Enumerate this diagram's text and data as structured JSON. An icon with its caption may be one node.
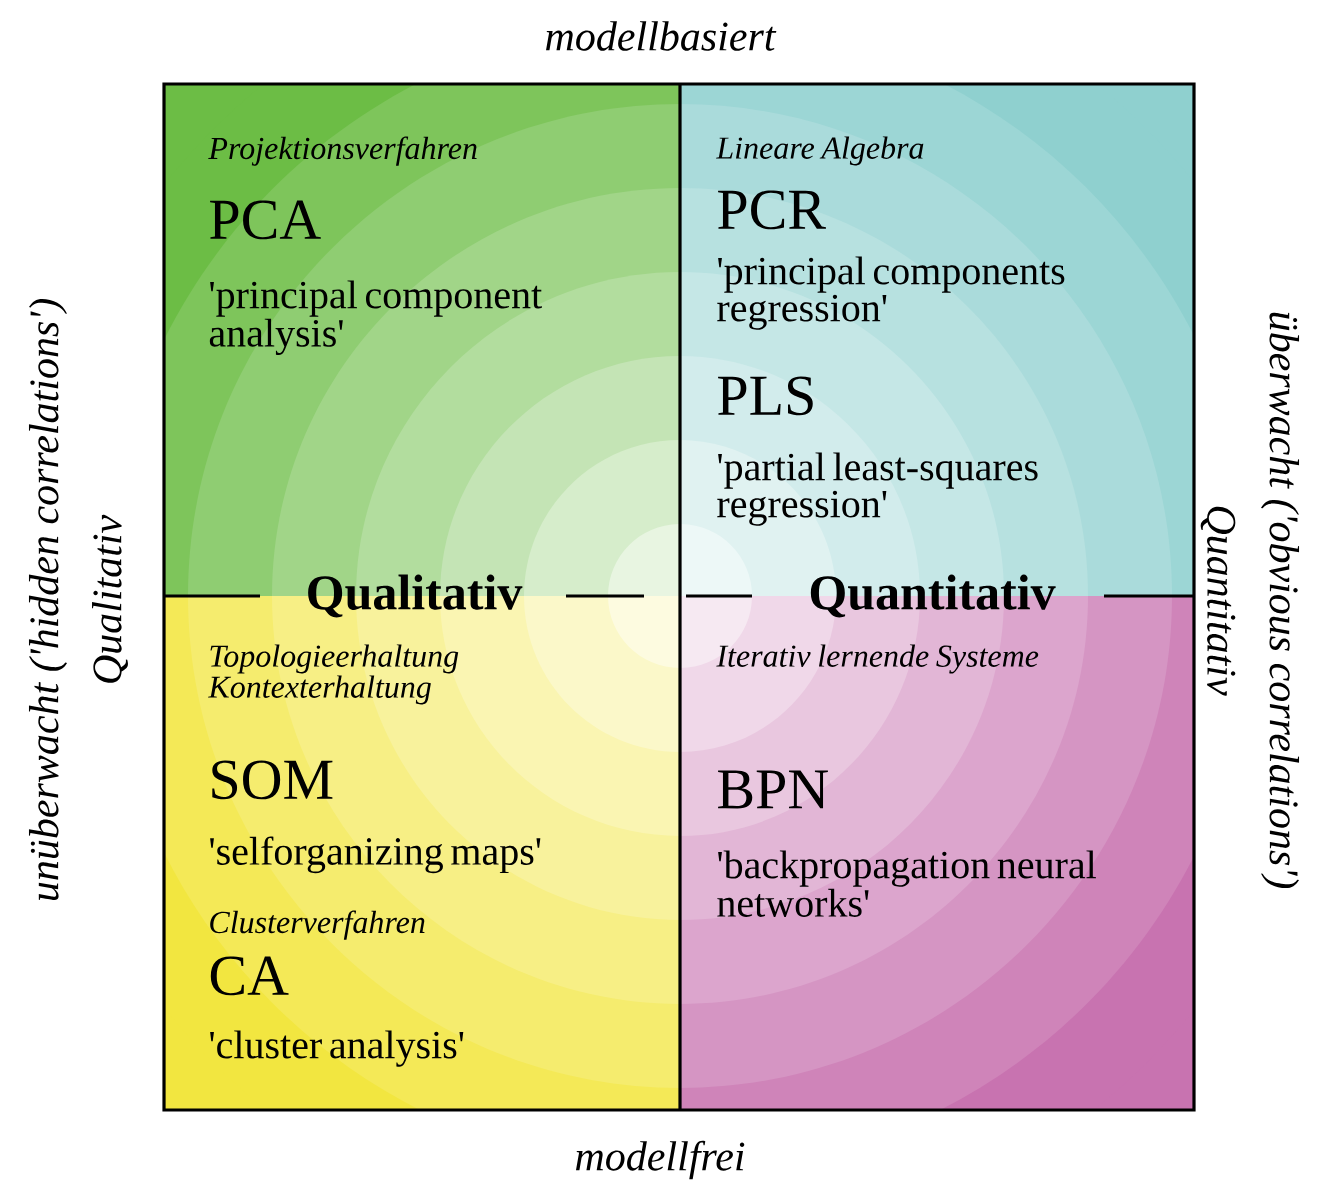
{
  "diagram": {
    "nodes": [
      {
        "text": [
          "Projektionsverfahren",
          "PCA",
          "'principal component analysis'"
        ]
      },
      {
        "text": [
          "Lineare Algebra",
          "PCR",
          "'principal components regression'",
          "PLS",
          "'partial least-squares regression'"
        ]
      },
      {
        "text": [
          "Topologieerhaltung Kontexterhaltung",
          "SOM",
          "'selforganizing maps'",
          "Clusterverfahren",
          "CA",
          "'cluster analysis'"
        ]
      },
      {
        "text": [
          "Iterativ lernende Systeme",
          "BPN",
          "'backpropagation neural networks'"
        ]
      }
    ],
    "labels": [
      "modellbasiert",
      "unüberwacht ('hidden correlations')",
      "Qualitativ",
      "überwacht ('obvious correlations')",
      "Quantitativ",
      "Qualitativ",
      "Quantitativ",
      "modellfrei"
    ]
  }
}
